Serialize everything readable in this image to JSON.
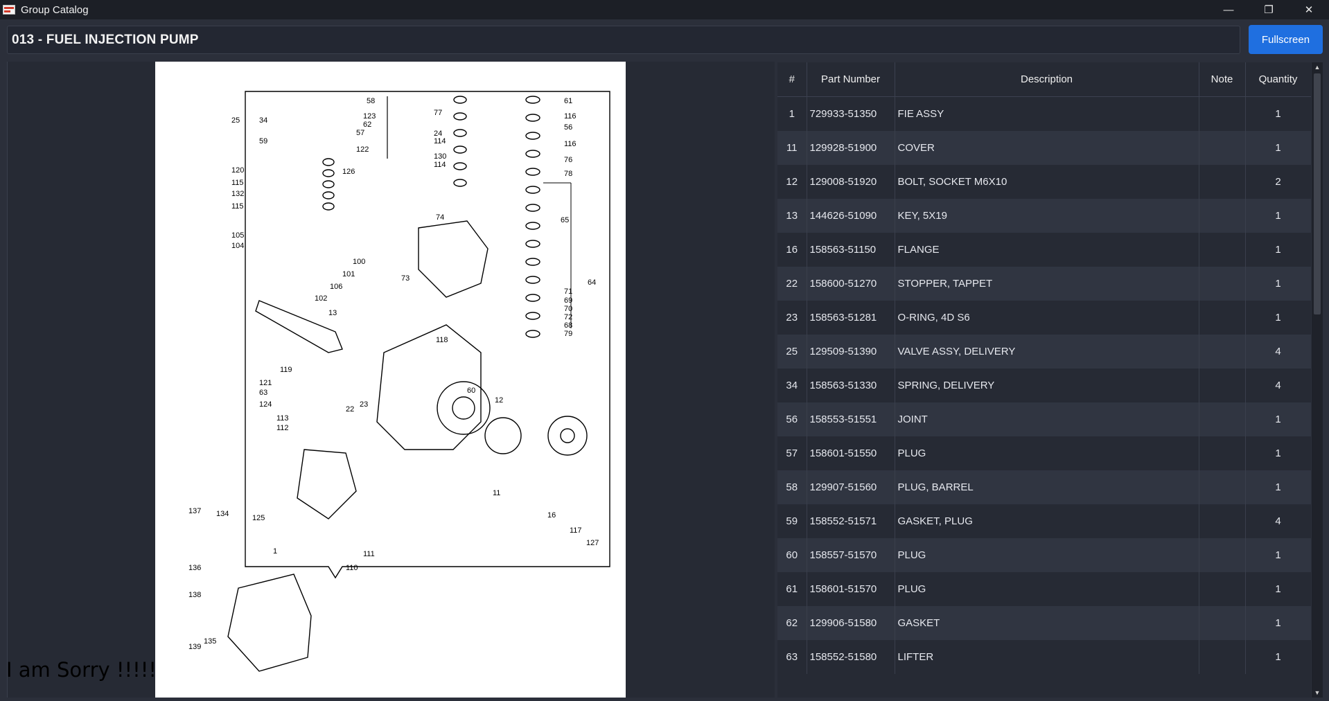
{
  "window": {
    "title": "Group Catalog",
    "minimize": "—",
    "restore": "❐",
    "close": "✕"
  },
  "header": {
    "title": "013 - FUEL INJECTION PUMP",
    "fullscreen_label": "Fullscreen"
  },
  "image_panel": {
    "overlay_text": "I am Sorry !!!!!"
  },
  "table": {
    "columns": [
      "#",
      "Part Number",
      "Description",
      "Note",
      "Quantity"
    ],
    "rows": [
      {
        "num": "1",
        "part": "729933-51350",
        "desc": "FIE ASSY",
        "note": "",
        "qty": "1"
      },
      {
        "num": "11",
        "part": "129928-51900",
        "desc": "COVER",
        "note": "",
        "qty": "1"
      },
      {
        "num": "12",
        "part": "129008-51920",
        "desc": "BOLT, SOCKET M6X10",
        "note": "",
        "qty": "2"
      },
      {
        "num": "13",
        "part": "144626-51090",
        "desc": "KEY, 5X19",
        "note": "",
        "qty": "1"
      },
      {
        "num": "16",
        "part": "158563-51150",
        "desc": "FLANGE",
        "note": "",
        "qty": "1"
      },
      {
        "num": "22",
        "part": "158600-51270",
        "desc": "STOPPER, TAPPET",
        "note": "",
        "qty": "1"
      },
      {
        "num": "23",
        "part": "158563-51281",
        "desc": "O-RING, 4D S6",
        "note": "",
        "qty": "1"
      },
      {
        "num": "25",
        "part": "129509-51390",
        "desc": "VALVE ASSY, DELIVERY",
        "note": "",
        "qty": "4"
      },
      {
        "num": "34",
        "part": "158563-51330",
        "desc": "SPRING, DELIVERY",
        "note": "",
        "qty": "4"
      },
      {
        "num": "56",
        "part": "158553-51551",
        "desc": "JOINT",
        "note": "",
        "qty": "1"
      },
      {
        "num": "57",
        "part": "158601-51550",
        "desc": "PLUG",
        "note": "",
        "qty": "1"
      },
      {
        "num": "58",
        "part": "129907-51560",
        "desc": "PLUG, BARREL",
        "note": "",
        "qty": "1"
      },
      {
        "num": "59",
        "part": "158552-51571",
        "desc": "GASKET, PLUG",
        "note": "",
        "qty": "4"
      },
      {
        "num": "60",
        "part": "158557-51570",
        "desc": "PLUG",
        "note": "",
        "qty": "1"
      },
      {
        "num": "61",
        "part": "158601-51570",
        "desc": "PLUG",
        "note": "",
        "qty": "1"
      },
      {
        "num": "62",
        "part": "129906-51580",
        "desc": "GASKET",
        "note": "",
        "qty": "1"
      },
      {
        "num": "63",
        "part": "158552-51580",
        "desc": "LIFTER",
        "note": "",
        "qty": "1"
      }
    ]
  },
  "diagram": {
    "labels": [
      "25",
      "34",
      "58",
      "123",
      "62",
      "57",
      "59",
      "122",
      "77",
      "24",
      "114",
      "130",
      "114",
      "61",
      "116",
      "56",
      "116",
      "76",
      "78",
      "74",
      "65",
      "64",
      "120",
      "115",
      "132",
      "115",
      "126",
      "105",
      "104",
      "100",
      "101",
      "106",
      "102",
      "13",
      "73",
      "71",
      "69",
      "70",
      "72",
      "68",
      "79",
      "118",
      "119",
      "121",
      "63",
      "124",
      "113",
      "112",
      "22",
      "23",
      "60",
      "12",
      "11",
      "16",
      "117",
      "127",
      "125",
      "111",
      "110",
      "137",
      "134",
      "136",
      "138",
      "139",
      "135",
      "1"
    ]
  },
  "colors": {
    "accent": "#1f6fe0",
    "background": "#2b2f3a"
  }
}
